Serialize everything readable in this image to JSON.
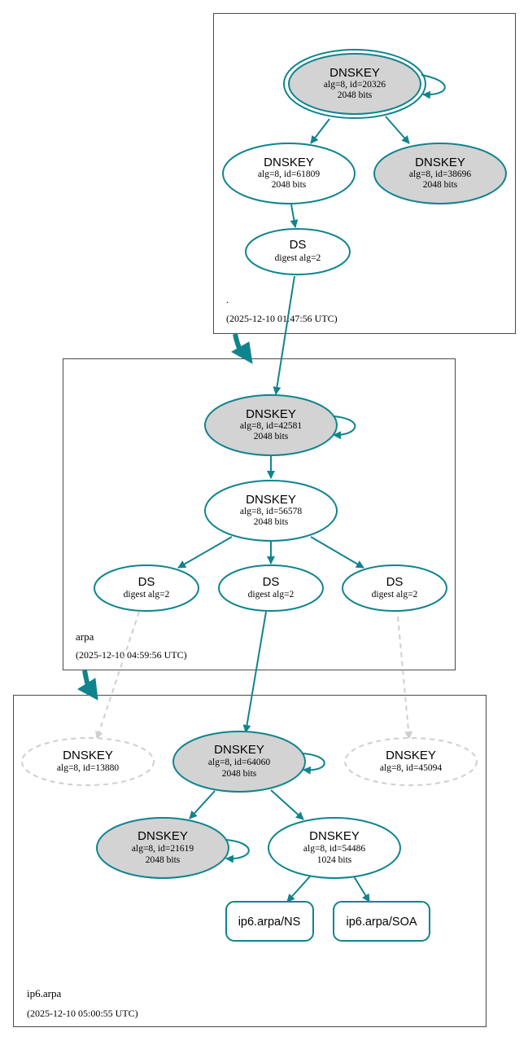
{
  "colors": {
    "edge": "#10848e",
    "dashed": "#cfcfcf",
    "sep_fill": "#d3d3d3",
    "node_fill": "#ffffff"
  },
  "zones": {
    "root": {
      "name": ".",
      "timestamp": "(2025-12-10 01:47:56 UTC)"
    },
    "arpa": {
      "name": "arpa",
      "timestamp": "(2025-12-10 04:59:56 UTC)"
    },
    "ip6": {
      "name": "ip6.arpa",
      "timestamp": "(2025-12-10 05:00:55 UTC)"
    }
  },
  "nodes": {
    "root_ksk": {
      "type": "DNSKEY",
      "detail": "alg=8, id=20326",
      "bits": "2048 bits",
      "sep": true,
      "trust_anchor": true
    },
    "root_zsk1": {
      "type": "DNSKEY",
      "detail": "alg=8, id=61809",
      "bits": "2048 bits",
      "sep": false
    },
    "root_zsk2": {
      "type": "DNSKEY",
      "detail": "alg=8, id=38696",
      "bits": "2048 bits",
      "sep": true
    },
    "root_ds": {
      "type": "DS",
      "detail": "digest alg=2"
    },
    "arpa_ksk": {
      "type": "DNSKEY",
      "detail": "alg=8, id=42581",
      "bits": "2048 bits",
      "sep": true
    },
    "arpa_zsk": {
      "type": "DNSKEY",
      "detail": "alg=8, id=56578",
      "bits": "2048 bits",
      "sep": false
    },
    "arpa_ds1": {
      "type": "DS",
      "detail": "digest alg=2"
    },
    "arpa_ds2": {
      "type": "DS",
      "detail": "digest alg=2"
    },
    "arpa_ds3": {
      "type": "DS",
      "detail": "digest alg=2"
    },
    "ip6_missing1": {
      "type": "DNSKEY",
      "detail": "alg=8, id=13880",
      "missing": true
    },
    "ip6_ksk": {
      "type": "DNSKEY",
      "detail": "alg=8, id=64060",
      "bits": "2048 bits",
      "sep": true
    },
    "ip6_missing2": {
      "type": "DNSKEY",
      "detail": "alg=8, id=45094",
      "missing": true
    },
    "ip6_key2": {
      "type": "DNSKEY",
      "detail": "alg=8, id=21619",
      "bits": "2048 bits",
      "sep": true
    },
    "ip6_zsk": {
      "type": "DNSKEY",
      "detail": "alg=8, id=54486",
      "bits": "1024 bits",
      "sep": false
    },
    "rr_ns": {
      "label": "ip6.arpa/NS"
    },
    "rr_soa": {
      "label": "ip6.arpa/SOA"
    }
  }
}
